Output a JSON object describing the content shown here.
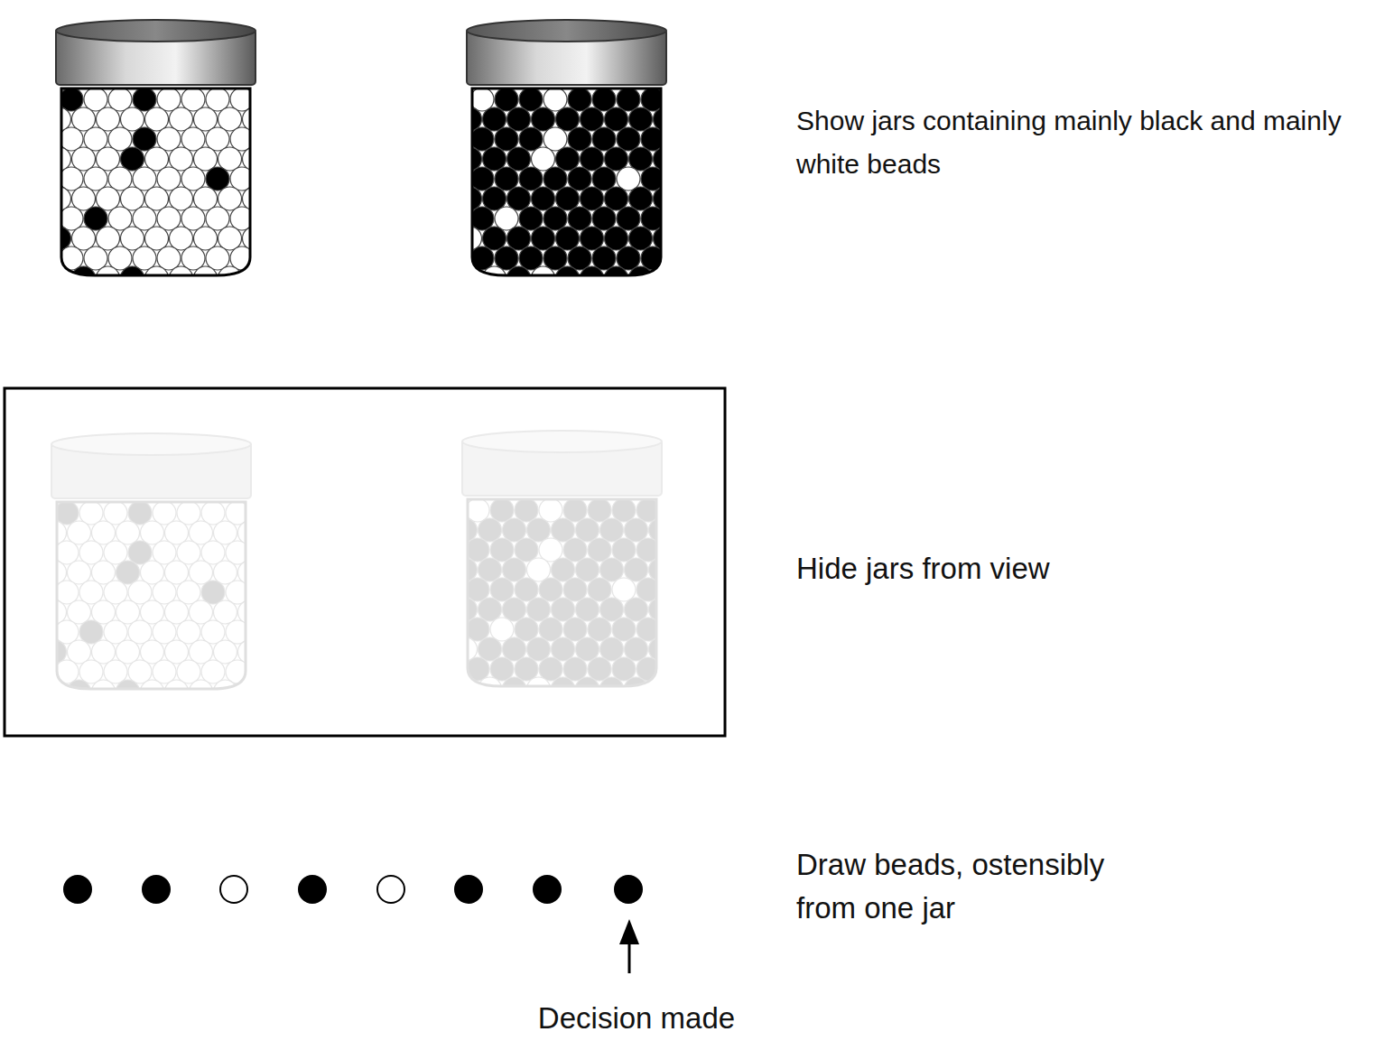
{
  "diagram": {
    "labels": [
      "Show jars containing mainly black and mainly white beads",
      "Hide jars from view",
      "Draw beads, ostensibly from one jar",
      "Decision made"
    ]
  }
}
